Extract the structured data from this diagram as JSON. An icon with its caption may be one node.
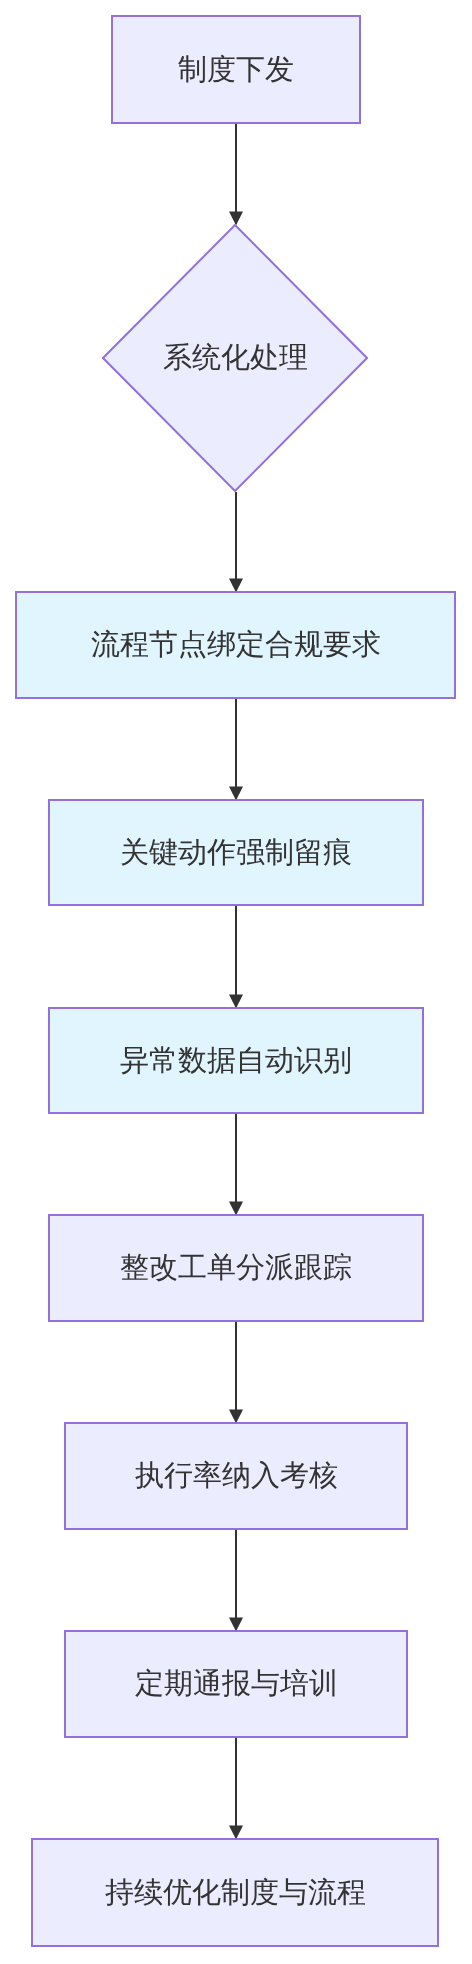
{
  "diagram": {
    "nodes": [
      {
        "text": [
          "制度下发"
        ]
      },
      {
        "text": [
          "系统化处理"
        ]
      },
      {
        "text": [
          "流程节点绑定合规要求"
        ]
      },
      {
        "text": [
          "关键动作强制留痕"
        ]
      },
      {
        "text": [
          "异常数据自动识别"
        ]
      },
      {
        "text": [
          "整改工单分派跟踪"
        ]
      },
      {
        "text": [
          "执行率纳入考核"
        ]
      },
      {
        "text": [
          "定期通报与培训"
        ]
      },
      {
        "text": [
          "持续优化制度与流程"
        ]
      }
    ],
    "edges": [
      {
        "from": 0,
        "to": 1,
        "arrow": "to"
      },
      {
        "from": 1,
        "to": 2,
        "arrow": "to"
      },
      {
        "from": 2,
        "to": 3,
        "arrow": "to"
      },
      {
        "from": 3,
        "to": 4,
        "arrow": "to"
      },
      {
        "from": 4,
        "to": 5,
        "arrow": "to"
      },
      {
        "from": 5,
        "to": 6,
        "arrow": "to"
      },
      {
        "from": 6,
        "to": 7,
        "arrow": "to"
      },
      {
        "from": 7,
        "to": 8,
        "arrow": "to"
      }
    ]
  }
}
